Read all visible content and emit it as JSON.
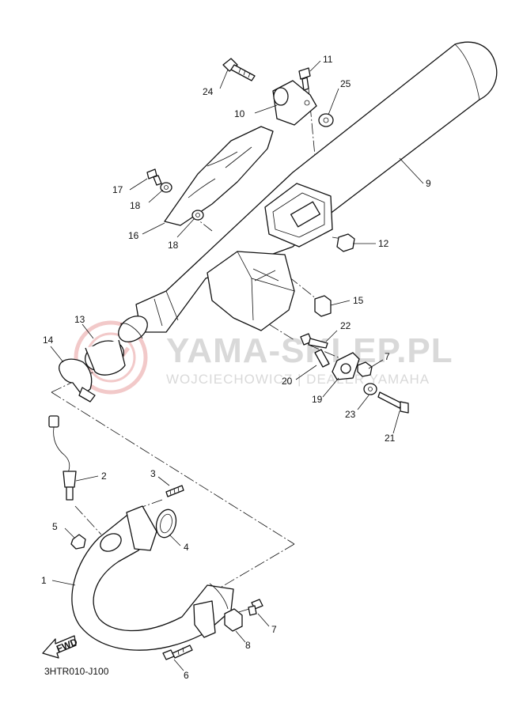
{
  "diagram_code": "3HTR010-J100",
  "fwd_label": "FWD",
  "watermark": {
    "main": "YAMA-SKLEP.PL",
    "sub": "WOJCIECHOWICZ | DEALER YAMAHA"
  },
  "callouts": [
    {
      "id": "c1",
      "label": "1"
    },
    {
      "id": "c2",
      "label": "2"
    },
    {
      "id": "c3",
      "label": "3"
    },
    {
      "id": "c4",
      "label": "4"
    },
    {
      "id": "c5",
      "label": "5"
    },
    {
      "id": "c6",
      "label": "6"
    },
    {
      "id": "c7a",
      "label": "7"
    },
    {
      "id": "c7b",
      "label": "7"
    },
    {
      "id": "c8",
      "label": "8"
    },
    {
      "id": "c9",
      "label": "9"
    },
    {
      "id": "c10",
      "label": "10"
    },
    {
      "id": "c11",
      "label": "11"
    },
    {
      "id": "c12",
      "label": "12"
    },
    {
      "id": "c13",
      "label": "13"
    },
    {
      "id": "c14",
      "label": "14"
    },
    {
      "id": "c15",
      "label": "15"
    },
    {
      "id": "c16",
      "label": "16"
    },
    {
      "id": "c17",
      "label": "17"
    },
    {
      "id": "c18a",
      "label": "18"
    },
    {
      "id": "c18b",
      "label": "18"
    },
    {
      "id": "c19",
      "label": "19"
    },
    {
      "id": "c20",
      "label": "20"
    },
    {
      "id": "c21",
      "label": "21"
    },
    {
      "id": "c22",
      "label": "22"
    },
    {
      "id": "c23",
      "label": "23"
    },
    {
      "id": "c24",
      "label": "24"
    },
    {
      "id": "c25",
      "label": "25"
    }
  ]
}
